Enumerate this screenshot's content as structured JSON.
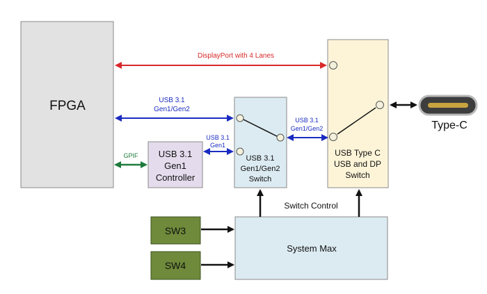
{
  "blocks": {
    "fpga": "FPGA",
    "usb31_ctrl": [
      "USB 3.1",
      "Gen1",
      "Controller"
    ],
    "usb31_switch": [
      "USB 3.1",
      "Gen1/Gen2",
      "Switch"
    ],
    "typec_switch": [
      "USB Type C",
      "USB and DP",
      "Switch"
    ],
    "sw3": "SW3",
    "sw4": "SW4",
    "system_max": "System Max",
    "typec_port": "Type-C"
  },
  "links": {
    "displayport": "DisplayPort with 4 Lanes",
    "fpga_switch": [
      "USB 3.1",
      "Gen1/Gen2"
    ],
    "ctrl_switch": [
      "USB 3.1",
      "Gen1"
    ],
    "switch_typec": [
      "USB 3.1",
      "Gen1/Gen2"
    ],
    "gpif": "GPIF",
    "switch_control": "Switch Control"
  },
  "colors": {
    "fpga_fill": "#e2e2e2",
    "ctrl_fill": "#e4dced",
    "switch_fill": "#dcebf2",
    "typec_fill": "#fdf4d8",
    "sys_fill": "#dcebf2",
    "sw_fill": "#6e8a3a",
    "dp_line": "#d9282a",
    "usb_line": "#1a2bc0",
    "gpif_line": "#1e7a3c"
  }
}
